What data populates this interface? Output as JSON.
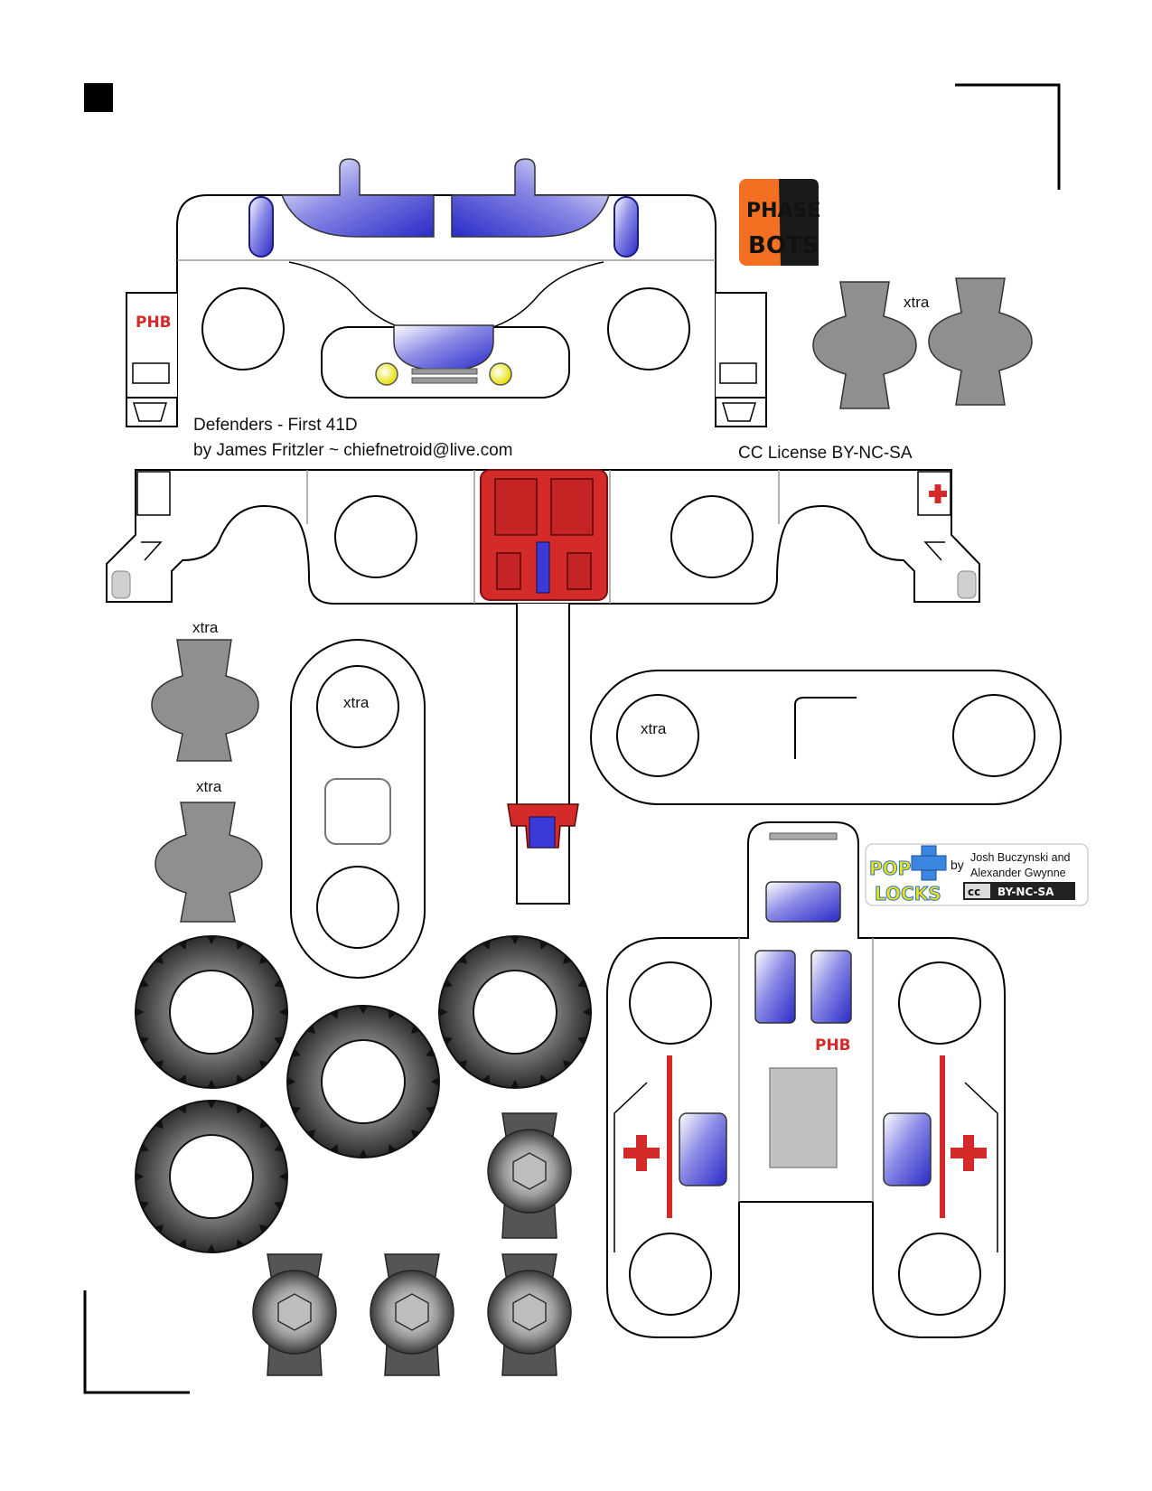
{
  "credits": {
    "title": "Defenders - First 41D",
    "author_line": "by James Fritzler  ~  chiefnetroid@live.com",
    "license": "CC License  BY-NC-SA"
  },
  "labels": {
    "xtra_1": "xtra",
    "xtra_2": "xtra",
    "xtra_3": "xtra",
    "xtra_4": "xtra",
    "xtra_5": "xtra"
  },
  "phasebots_logo": {
    "line1": "PHASE",
    "line2": "BOTS",
    "bg_color": "#f36f21"
  },
  "poplocks_logo": {
    "pop": "POP",
    "locks": "LOCKS",
    "by": "by",
    "credit_line1": "Josh Buczynski and",
    "credit_line2": "Alexander Gwynne",
    "badge": "BY-NC-SA",
    "cc": "cc"
  },
  "phb_mark": "PHB",
  "colors": {
    "red": "#d42a2a",
    "blue": "#3a3ad8",
    "grey": "#8a8a8a",
    "tire": "#555555",
    "yellow": "#f2e600"
  }
}
